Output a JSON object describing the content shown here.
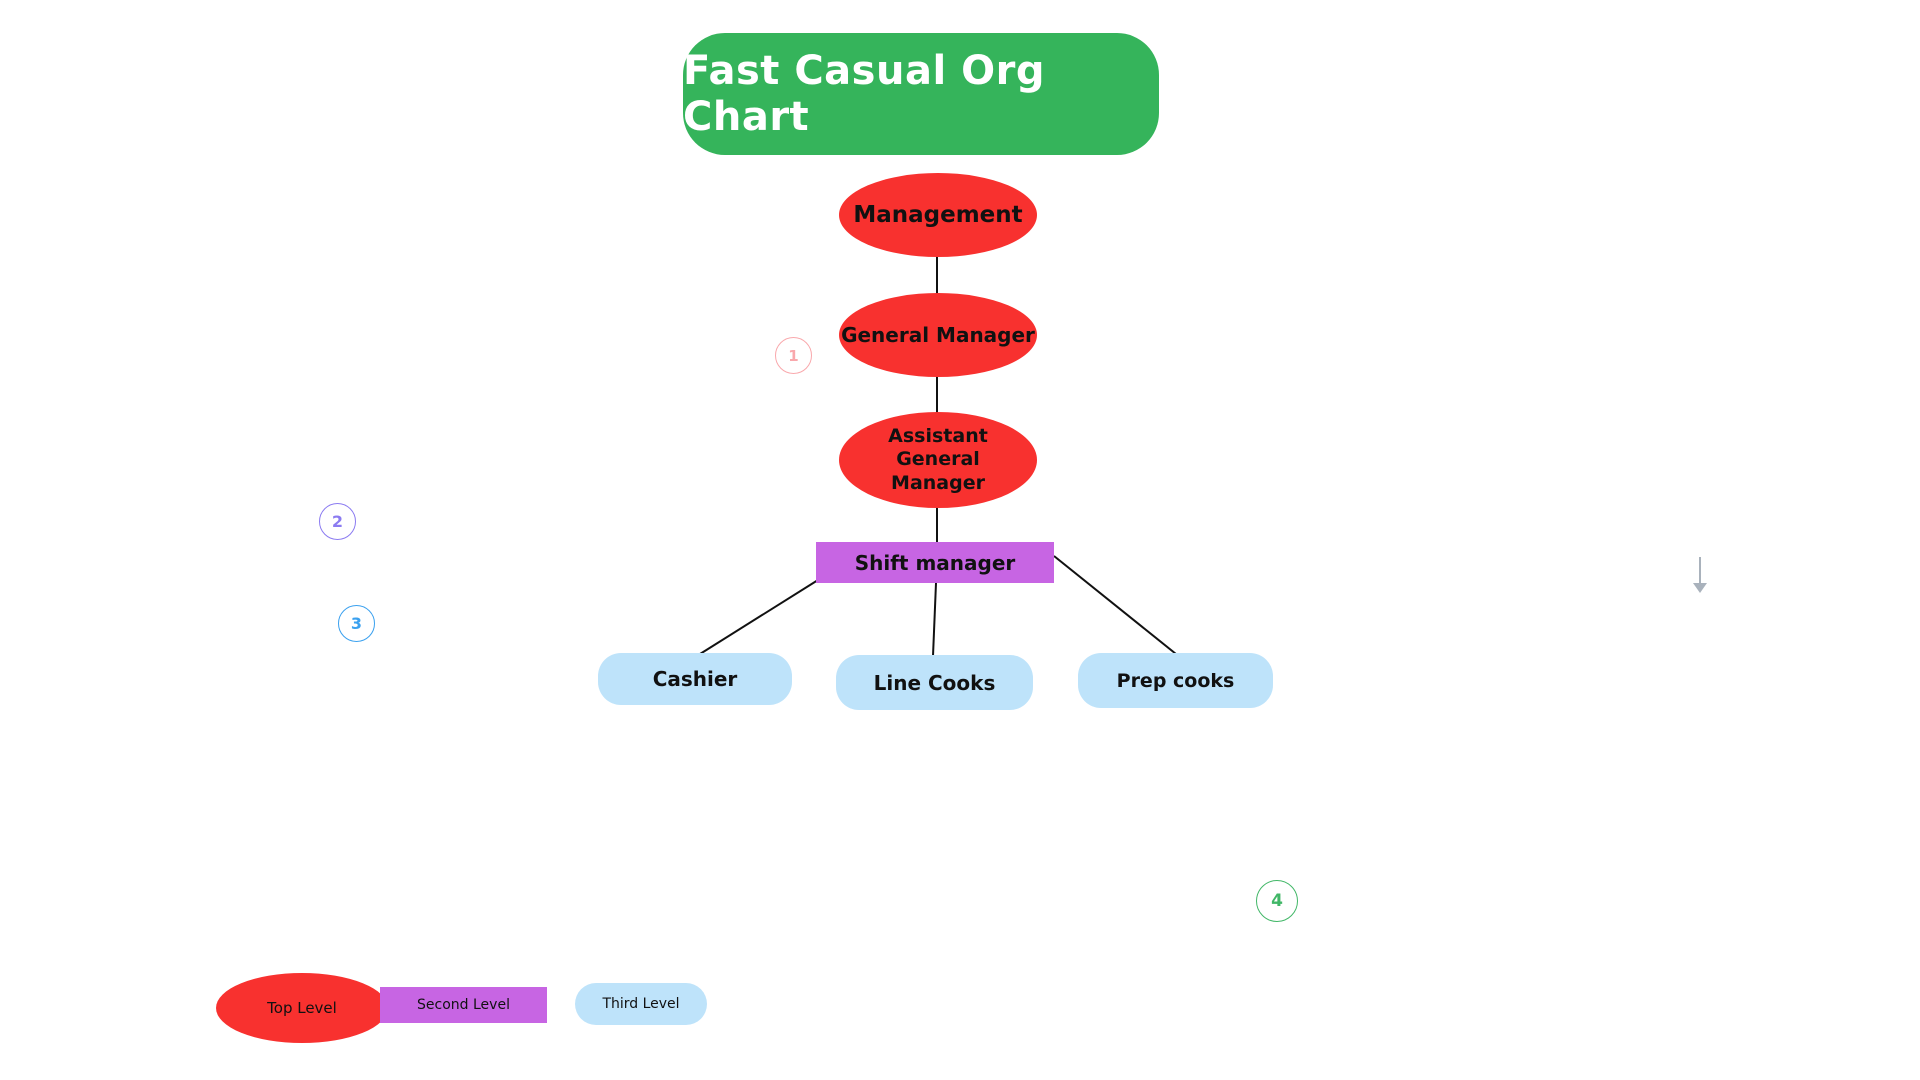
{
  "title": {
    "label": "Fast Casual Org Chart"
  },
  "nodes": {
    "management": {
      "label": "Management",
      "level": "top"
    },
    "general_manager": {
      "label": "General Manager",
      "level": "top"
    },
    "assistant_general_manager": {
      "label": "Assistant General Manager",
      "level": "top"
    },
    "shift_manager": {
      "label": "Shift manager",
      "level": "second"
    },
    "cashier": {
      "label": "Cashier",
      "level": "third"
    },
    "line_cooks": {
      "label": "Line Cooks",
      "level": "third"
    },
    "prep_cooks": {
      "label": "Prep cooks",
      "level": "third"
    }
  },
  "edges": [
    {
      "from": "Management",
      "to": "General Manager"
    },
    {
      "from": "General Manager",
      "to": "Assistant General Manager"
    },
    {
      "from": "Assistant General Manager",
      "to": "Shift manager"
    },
    {
      "from": "Shift manager",
      "to": "Cashier"
    },
    {
      "from": "Shift manager",
      "to": "Line Cooks"
    },
    {
      "from": "Shift manager",
      "to": "Prep cooks"
    }
  ],
  "markers": [
    {
      "number": "1",
      "color": "#f9a8ac"
    },
    {
      "number": "2",
      "color": "#8b7bf1"
    },
    {
      "number": "3",
      "color": "#3ba1ef"
    },
    {
      "number": "4",
      "color": "#41b767"
    }
  ],
  "legend": {
    "items": [
      {
        "label": "Top Level",
        "shape": "ellipse",
        "color": "#f8312f"
      },
      {
        "label": "Second Level",
        "shape": "rectangle",
        "color": "#c765e3"
      },
      {
        "label": "Third Level",
        "shape": "rounded-rectangle",
        "color": "#bee3fa"
      }
    ]
  },
  "colors": {
    "title_bg": "#35b45b",
    "title_text": "#ffffff",
    "top_level": "#f8312f",
    "second_level": "#c765e3",
    "third_level": "#bee3fa",
    "connector": "#111111",
    "scroll_arrow": "#a9b2bc"
  }
}
